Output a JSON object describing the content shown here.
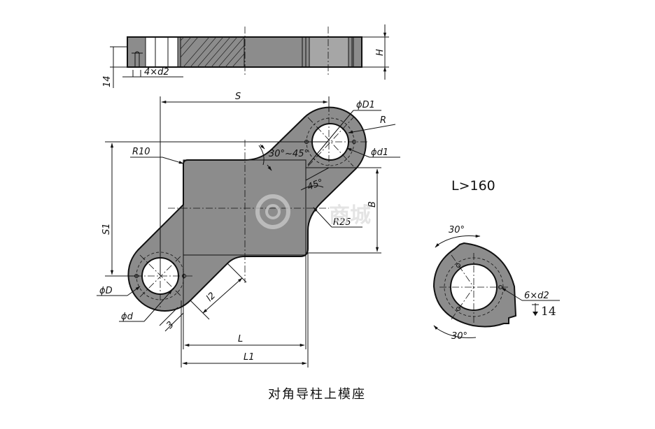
{
  "caption": "对角导柱上模座",
  "note_length": "L>160",
  "watermark": "商城",
  "labels": {
    "height": "H",
    "thickness_14": "14",
    "holes_top": "4×d2",
    "S": "S",
    "phiD1": "ϕD1",
    "R": "R",
    "phid1": "ϕd1",
    "R10": "R10",
    "angle_range": "30°~45°",
    "angle45": "45°",
    "B": "B",
    "R25": "R25",
    "S1": "S1",
    "phiD": "ϕD",
    "phid": "ϕd",
    "dim3": "3",
    "l2": "l2",
    "L": "L",
    "L1": "L1",
    "angle30_top": "30°",
    "angle30_bottom": "30°",
    "holes_right": "6×d2",
    "depth": "14"
  },
  "colors": {
    "part_fill": "#8c8c8c",
    "line": "#111111",
    "background": "#ffffff"
  }
}
